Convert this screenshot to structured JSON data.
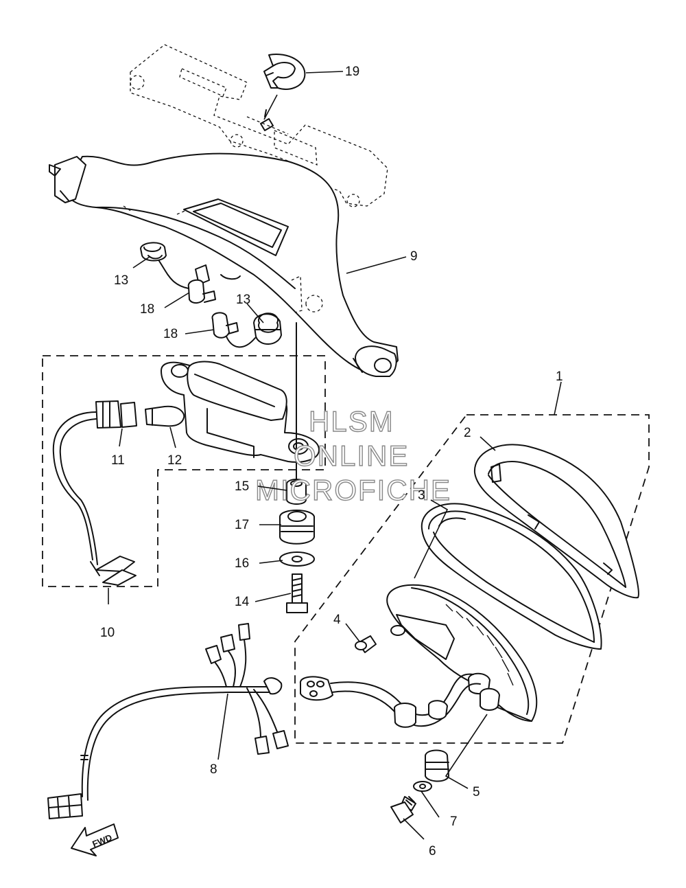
{
  "callouts": [
    {
      "id": "c1",
      "label": "1"
    },
    {
      "id": "c2",
      "label": "2"
    },
    {
      "id": "c3",
      "label": "3"
    },
    {
      "id": "c4",
      "label": "4"
    },
    {
      "id": "c5",
      "label": "5"
    },
    {
      "id": "c6",
      "label": "6"
    },
    {
      "id": "c7",
      "label": "7"
    },
    {
      "id": "c8",
      "label": "8"
    },
    {
      "id": "c9",
      "label": "9"
    },
    {
      "id": "c10",
      "label": "10"
    },
    {
      "id": "c11",
      "label": "11"
    },
    {
      "id": "c12",
      "label": "12"
    },
    {
      "id": "c13a",
      "label": "13"
    },
    {
      "id": "c13b",
      "label": "13"
    },
    {
      "id": "c14",
      "label": "14"
    },
    {
      "id": "c15",
      "label": "15"
    },
    {
      "id": "c16",
      "label": "16"
    },
    {
      "id": "c17",
      "label": "17"
    },
    {
      "id": "c18a",
      "label": "18"
    },
    {
      "id": "c18b",
      "label": "18"
    },
    {
      "id": "c19",
      "label": "19"
    }
  ],
  "direction_arrow": {
    "label": "FWD",
    "icon": "fwd-arrow-icon"
  },
  "watermark": {
    "lines": [
      "HLSM",
      "ONLINE",
      "MICROFICHE"
    ]
  }
}
